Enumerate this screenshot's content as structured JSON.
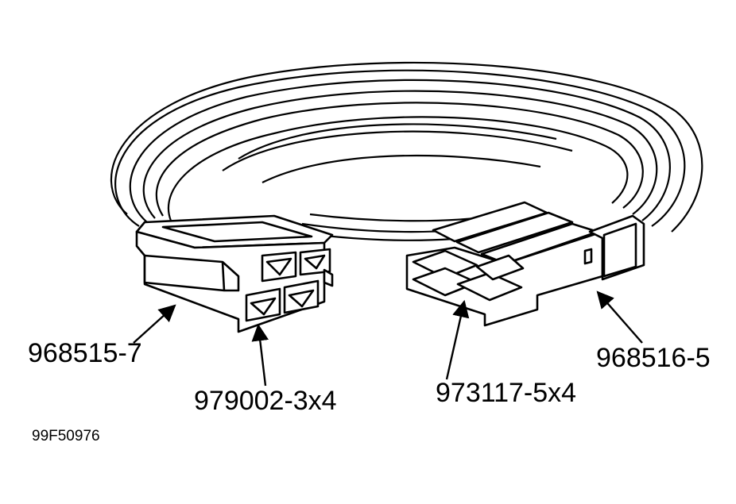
{
  "diagram": {
    "callouts": [
      {
        "id": "c1",
        "label": "968515-7"
      },
      {
        "id": "c2",
        "label": "979002-3x4"
      },
      {
        "id": "c3",
        "label": "973117-5x4"
      },
      {
        "id": "c4",
        "label": "968516-5"
      }
    ],
    "figure_id": "99F50976",
    "colors": {
      "ink": "#000000",
      "paper": "#ffffff"
    }
  }
}
